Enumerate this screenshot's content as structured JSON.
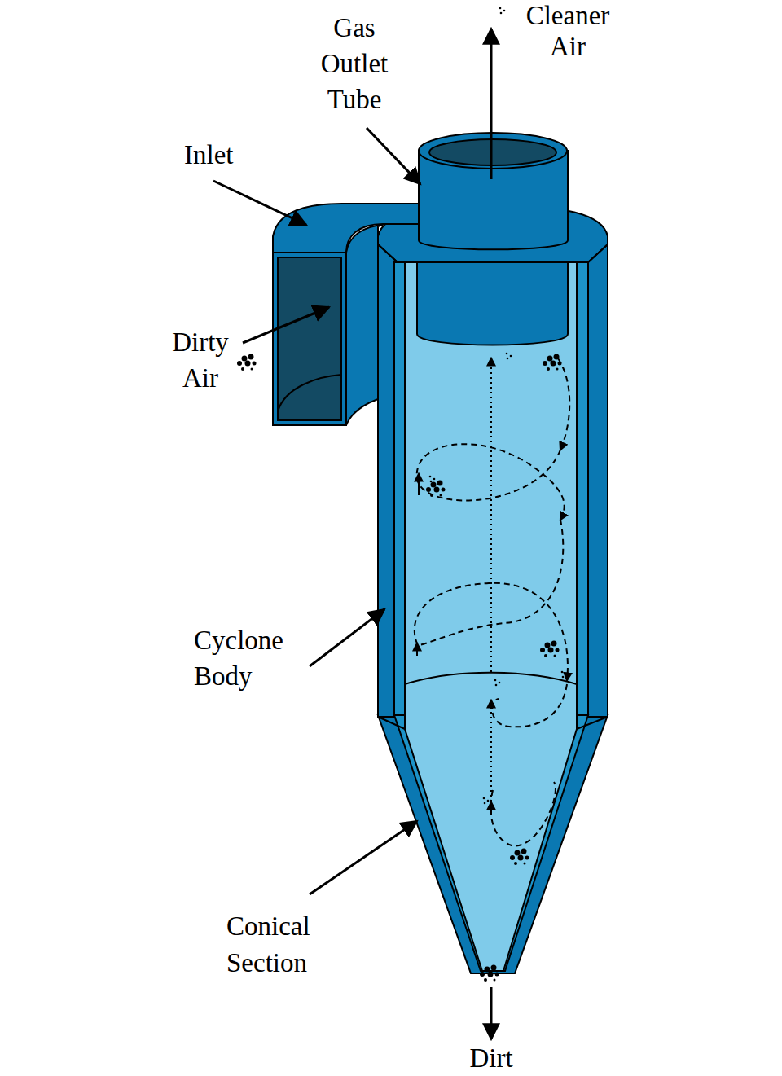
{
  "diagram": {
    "labels": [
      "Cleaner Air",
      "Gas Outlet Tube",
      "Inlet",
      "Dirty Air",
      "Cyclone Body",
      "Conical Section",
      "Dirt"
    ]
  }
}
